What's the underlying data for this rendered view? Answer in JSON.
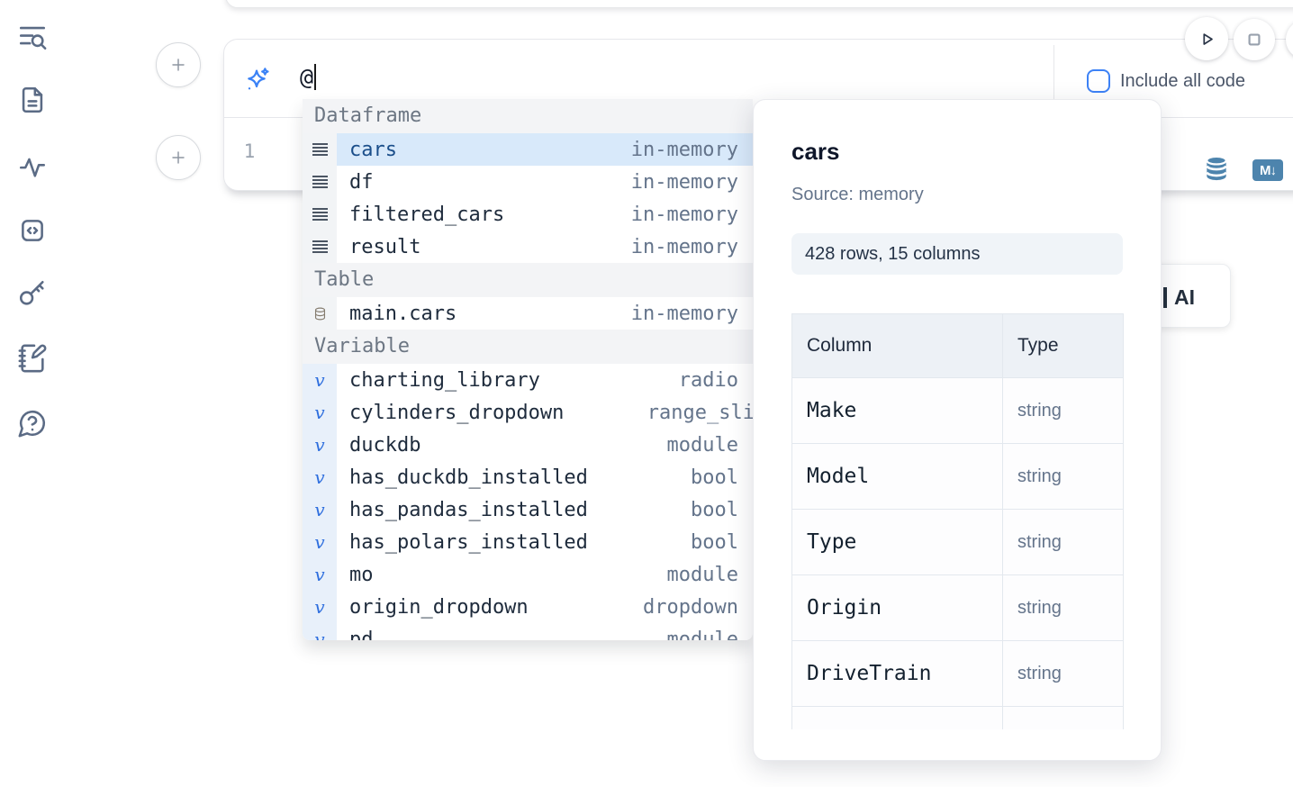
{
  "sidebar": {
    "icons": [
      "list-search-icon",
      "file-text-icon",
      "activity-icon",
      "code-snippets-icon",
      "key-icon",
      "notebook-pen-icon",
      "help-bubble-icon"
    ]
  },
  "cell": {
    "ai_input": {
      "value": "@",
      "checkbox_checked": false,
      "checkbox_label": "Include all code"
    },
    "line_number": "1",
    "markdown_badge": "M↓"
  },
  "autocomplete": {
    "sections": [
      {
        "label": "Dataframe",
        "icon": "dataframe",
        "items": [
          {
            "name": "cars",
            "type": "in-memory",
            "selected": true
          },
          {
            "name": "df",
            "type": "in-memory"
          },
          {
            "name": "filtered_cars",
            "type": "in-memory"
          },
          {
            "name": "result",
            "type": "in-memory"
          }
        ]
      },
      {
        "label": "Table",
        "icon": "table",
        "items": [
          {
            "name": "main.cars",
            "type": "in-memory"
          }
        ]
      },
      {
        "label": "Variable",
        "icon": "variable",
        "items": [
          {
            "name": "charting_library",
            "type": "radio"
          },
          {
            "name": "cylinders_dropdown",
            "type": "range_sli",
            "clipped": true
          },
          {
            "name": "duckdb",
            "type": "module"
          },
          {
            "name": "has_duckdb_installed",
            "type": "bool"
          },
          {
            "name": "has_pandas_installed",
            "type": "bool"
          },
          {
            "name": "has_polars_installed",
            "type": "bool"
          },
          {
            "name": "mo",
            "type": "module"
          },
          {
            "name": "origin_dropdown",
            "type": "dropdown"
          },
          {
            "name": "pd",
            "type": "module"
          }
        ]
      }
    ]
  },
  "popup": {
    "title": "cars",
    "source": "Source: memory",
    "shape": "428 rows, 15 columns",
    "table": {
      "headers": [
        "Column",
        "Type"
      ],
      "rows": [
        [
          "Make",
          "string"
        ],
        [
          "Model",
          "string"
        ],
        [
          "Type",
          "string"
        ],
        [
          "Origin",
          "string"
        ],
        [
          "DriveTrain",
          "string"
        ]
      ]
    }
  },
  "ai_card": {
    "label": "AI"
  },
  "colors": {
    "accent_blue": "#3b82f6",
    "steel_blue": "#4d84ad",
    "highlight": "#d8e9fa",
    "sidebar_icon": "#5b6b85"
  }
}
